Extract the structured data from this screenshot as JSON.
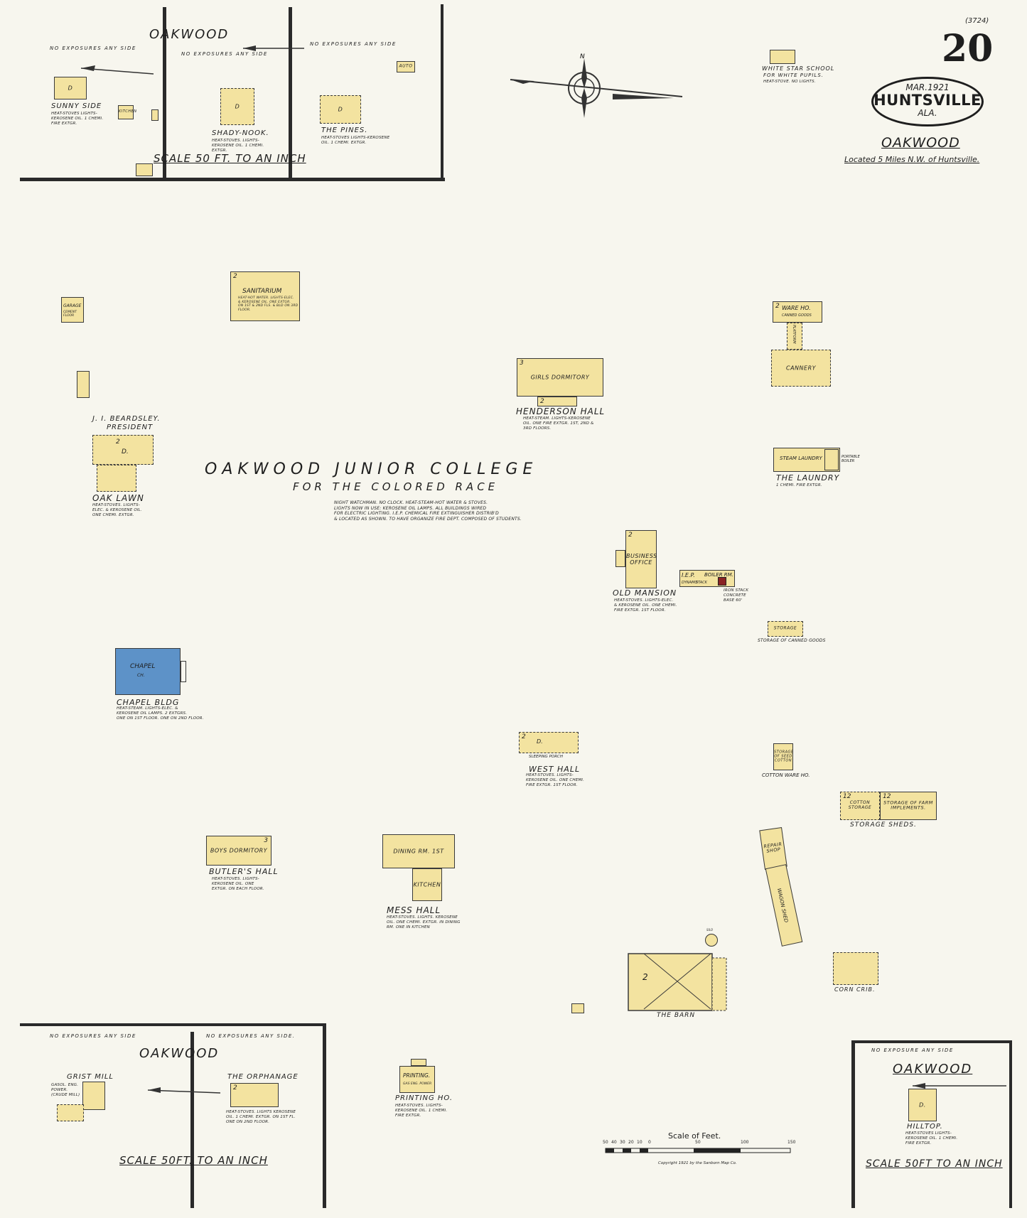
{
  "sheet": {
    "small_ref": "(3724)",
    "page_number": "20",
    "stamp": {
      "date": "MAR.1921",
      "city": "HUNTSVILLE",
      "state": "ALA."
    },
    "place": "OAKWOOD",
    "located": "Located 5 Miles N.W. of Huntsville.",
    "copyright": "Copyright 1921 by the Sanborn Map Co.",
    "colors": {
      "paper": "#f7f6ee",
      "frame": "#e9e8df",
      "frame_brick_paint": "#f3e3a0",
      "brick_blue": "#5d92c8",
      "ink": "#1e1e1e"
    }
  },
  "main": {
    "college_title": "OAKWOOD JUNIOR COLLEGE",
    "college_subtitle": "FOR THE COLORED RACE",
    "college_note": "NIGHT WATCHMAN. NO CLOCK. HEAT-STEAM-HOT WATER & STOVES.\nLIGHTS NOW IN USE: KEROSENE OIL LAMPS. ALL BUILDINGS WIRED\nFOR ELECTRIC LIGHTING. I.E.P. CHEMICAL FIRE EXTINGUISHER DISTRIB'D\n& LOCATED AS SHOWN. TO HAVE ORGANIZE FIRE DEPT. COMPOSED OF STUDENTS."
  },
  "buildings": {
    "white_star": {
      "name": "WHITE STAR SCHOOL",
      "sub": "FOR WHITE PUPILS.",
      "note": "HEAT-STOVE. NO LIGHTS."
    },
    "sanitarium": {
      "label": "SANITARIUM",
      "num": "2",
      "note": "HEAT-HOT WATER. LIGHTS-ELEC.\n& KEROSENE OIL. ONE EXTGR.\nON 1ST & 2ND FLS. & BLD ON 3RD FLOOR."
    },
    "garage": {
      "label": "GARAGE",
      "sub": "CEMENT FLOOR"
    },
    "girls_dorm": {
      "label": "GIRLS DORMITORY",
      "num": "3",
      "num2": "2",
      "name": "HENDERSON HALL",
      "note": "HEAT-STEAM. LIGHTS-KEROSENE\nOIL. ONE FIRE EXTGR. 1ST, 2ND &\n3RD FLOORS."
    },
    "warehouse": {
      "label": "WARE HO.",
      "sub": "CANNED GOODS",
      "num": "2",
      "platform": "PLATFORM",
      "cannery": "CANNERY"
    },
    "beardsley": {
      "line1": "J. I. BEARDSLEY.",
      "line2": "PRESIDENT",
      "name": "OAK LAWN",
      "num": "2",
      "d": "D.",
      "note": "HEAT-STOVES. LIGHTS-\nELEC. & KEROSENE OIL.\nONE CHEMI. EXTGR."
    },
    "laundry": {
      "label": "STEAM LAUNDRY",
      "sub": "PORTABLE BOILER",
      "name": "THE LAUNDRY",
      "note": "1 CHEMI. FIRE EXTGR."
    },
    "business": {
      "label": "BUSINESS OFFICE",
      "num": "2",
      "name": "OLD MANSION",
      "note": "HEAT-STOVES. LIGHTS-ELEC.\n& KEROSENE OIL. ONE CHEMI.\nFIRE EXTGR. 1ST FLOOR."
    },
    "boiler": {
      "iep": "I.E.P.",
      "boiler": "BOILER RM.",
      "dynamo": "DYNAMO",
      "stack_label": "STACK",
      "stack_note": "IRON STACK\nCONCRETE\nBASE 60'"
    },
    "storage": {
      "label": "STORAGE",
      "note": "STORAGE OF CANNED GOODS"
    },
    "chapel": {
      "label": "CHAPEL",
      "sub": "CH.",
      "name": "CHAPEL BLDG",
      "note": "HEAT-STEAM. LIGHTS-ELEC. &\nKEROSENE OIL LAMPS. 2 EXTGRS.\nONE ON 1ST FLOOR. ONE ON 2ND FLOOR."
    },
    "west_hall": {
      "d": "D.",
      "num": "2",
      "porch": "SLEEPING PORCH",
      "name": "WEST HALL",
      "note": "HEAT-STOVES. LIGHTS-\nKEROSENE OIL. ONE CHEMI.\nFIRE EXTGR. 1ST FLOOR."
    },
    "cotton": {
      "label": "STORAGE OF SEED COTTON",
      "name": "COTTON WARE HO."
    },
    "sheds": {
      "label1": "COTTON STORAGE",
      "label2": "STORAGE OF FARM IMPLEMENTS.",
      "num1": "12",
      "num2": "12",
      "name": "STORAGE SHEDS."
    },
    "boys_dorm": {
      "label": "BOYS DORMITORY",
      "num": "3",
      "name": "BUTLER'S HALL",
      "note": "HEAT-STOVES. LIGHTS-\nKEROSENE OIL. ONE\nEXTGR. ON EACH FLOOR."
    },
    "mess": {
      "label": "DINING RM. 1ST",
      "kitchen": "KITCHEN",
      "name": "MESS HALL",
      "note": "HEAT-STOVES. LIGHTS. KEROSENE\nOIL. ONE CHEMI. EXTGR. IN DINING\nRM. ONE IN KITCHEN"
    },
    "repair": {
      "label": "REPAIR SHOP",
      "wagon": "WAGON SHED"
    },
    "barn": {
      "num": "2",
      "silo": "SILO",
      "name": "THE BARN"
    },
    "corn": {
      "name": "CORN CRIB."
    },
    "printing": {
      "label": "PRINTING.",
      "sub": "GAS ENG. POWER",
      "name": "PRINTING HO.",
      "note": "HEAT-STOVES. LIGHTS-\nKEROSENE OIL. 1 CHEMI.\nFIRE EXTGR."
    }
  },
  "inset_top": {
    "title": "OAKWOOD",
    "exposure_left": "NO EXPOSURES ANY SIDE",
    "exposure_mid": "NO EXPOSURES ANY SIDE",
    "exposure_right": "NO EXPOSURES ANY SIDE",
    "scale": "SCALE 50 FT. TO AN INCH",
    "auto": "AUTO",
    "sunny": {
      "name": "SUNNY SIDE",
      "d": "D",
      "note": "HEAT-STOVES LIGHTS-\nKEROSENE OIL. 1 CHEMI.\nFIRE EXTGR."
    },
    "kitchen": "KITCHEN",
    "shady": {
      "name": "SHADY-NOOK.",
      "d": "D",
      "note": "HEAT-STOVES. LIGHTS-\nKEROSENE OIL. 1 CHEMI.\nEXTGR."
    },
    "pines": {
      "name": "THE PINES.",
      "d": "D",
      "note": "HEAT-STOVES LIGHTS-KEROSENE\nOIL. 1 CHEMI. EXTGR."
    }
  },
  "inset_bl": {
    "title": "OAKWOOD",
    "exposure_left": "NO EXPOSURES ANY SIDE",
    "exposure_right": "NO EXPOSURES ANY SIDE.",
    "grist": {
      "name": "GRIST MILL",
      "note": "GASOL. ENG.\nPOWER.\n(CRUDE MILL)"
    },
    "orphanage": {
      "name": "THE ORPHANAGE",
      "num": "2",
      "note": "HEAT-STOVES. LIGHTS KEROSENE\nOIL. 1 CHEMI. EXTGR. ON 1ST FL.\nONE ON 2ND FLOOR."
    },
    "scale": "SCALE 50FT. TO AN INCH"
  },
  "inset_br": {
    "title": "OAKWOOD",
    "exposure": "NO EXPOSURE ANY SIDE",
    "hilltop": {
      "name": "HILLTOP.",
      "d": "D.",
      "note": "HEAT-STOVES LIGHTS-\nKEROSENE OIL. 1 CHEMI.\nFIRE EXTGR."
    },
    "scale": "SCALE 50FT TO AN INCH"
  },
  "scale_bar": {
    "title": "Scale of Feet.",
    "ticks": [
      "50",
      "40",
      "30",
      "20",
      "10",
      "0",
      "50",
      "100",
      "150"
    ]
  },
  "compass": {
    "n": "N"
  }
}
